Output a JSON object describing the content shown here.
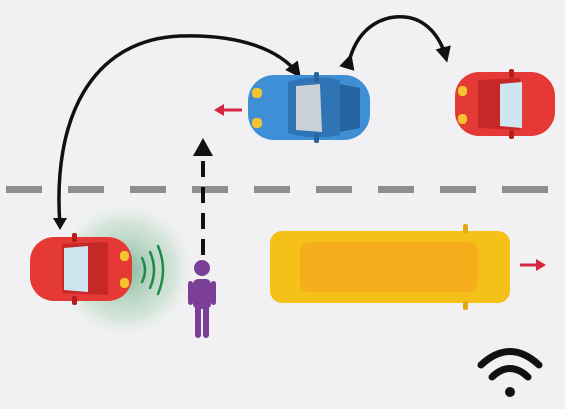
{
  "scene": {
    "background_color": "#f1f1f3",
    "road_marking_color": "#8e8e8e",
    "arrow_color": "#111111",
    "motion_arrow_color": "#d7263d",
    "signal_color": "#1e8a45"
  },
  "vehicles": [
    {
      "id": "blue-car",
      "kind": "car",
      "color": "#3e8fd6",
      "heading": "left"
    },
    {
      "id": "red-car-right",
      "kind": "car",
      "color": "#e53935",
      "heading": "left"
    },
    {
      "id": "red-car-left",
      "kind": "car",
      "color": "#e53935",
      "heading": "right"
    },
    {
      "id": "yellow-bus",
      "kind": "bus",
      "color": "#f5c119",
      "heading": "right"
    }
  ],
  "pedestrian": {
    "color": "#7b3f98",
    "direction": "crossing-up"
  },
  "icons": [
    "wifi-icon",
    "signal-waves-icon",
    "motion-arrow-icon"
  ]
}
